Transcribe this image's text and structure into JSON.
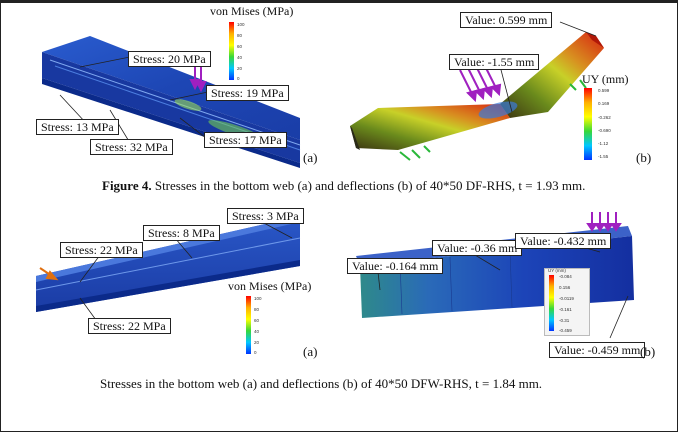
{
  "fig4": {
    "panel_a": {
      "legend_title": "von Mises (MPa)",
      "legend_ticks": [
        "100",
        "80",
        "60",
        "40",
        "20",
        "0"
      ],
      "callouts": [
        "Stress: 20 MPa",
        "Stress: 19 MPa",
        "Stress: 13 MPa",
        "Stress: 17 MPa",
        "Stress: 32 MPa"
      ],
      "panel_label": "(a)"
    },
    "panel_b": {
      "callouts": [
        "Value: 0.599 mm",
        "Value: -1.55 mm"
      ],
      "legend_title": "UY (mm)",
      "legend_ticks": [
        "0.599",
        "0.169",
        "-0.262",
        "-0.690",
        "-1.12",
        "-1.55"
      ],
      "panel_label": "(b)"
    },
    "caption_prefix": "Figure 4.",
    "caption_text": " Stresses in the bottom web (a) and deflections (b) of 40*50 DF-RHS, t = 1.93 mm."
  },
  "fig5": {
    "panel_a": {
      "callouts": [
        "Stress: 3 MPa",
        "Stress: 8 MPa",
        "Stress: 22 MPa",
        "Stress: 22 MPa"
      ],
      "legend_title": "von Mises (MPa)",
      "legend_ticks": [
        "100",
        "80",
        "60",
        "40",
        "20",
        "0"
      ],
      "panel_label": "(a)"
    },
    "panel_b": {
      "callouts": [
        "Value: -0.164 mm",
        "Value: -0.36 mm",
        "Value: -0.432 mm",
        "Value: -0.459 mm"
      ],
      "legend_title": "UY (mm)",
      "legend_ticks": [
        "-0.084",
        "0.156",
        "-0.0119",
        "-0.161",
        "-0.31",
        "-0.459"
      ],
      "panel_label": "(b)"
    },
    "caption_text": "Stresses in the bottom web (a) and deflections (b) of 40*50 DFW-RHS, t = 1.84 mm."
  },
  "colors": {
    "beam_blue": "#1c3fae",
    "beam_dark": "#0b2a8a",
    "colormap": [
      "#ff0000",
      "#ffb000",
      "#ffff00",
      "#38d838",
      "#00c8ff",
      "#0033ff"
    ]
  }
}
